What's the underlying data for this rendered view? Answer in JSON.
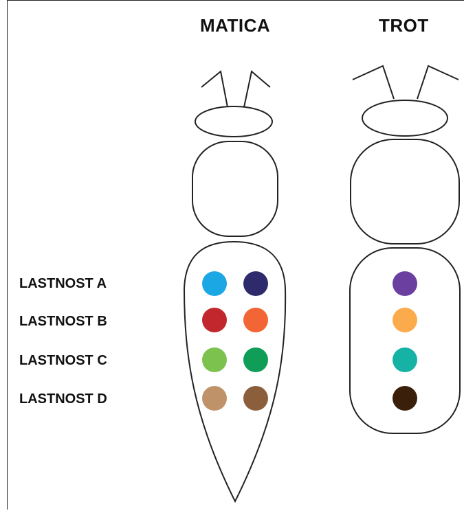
{
  "columns": {
    "queen": {
      "title": "MATICA"
    },
    "drone": {
      "title": "TROT"
    }
  },
  "traits": [
    {
      "label": "LASTNOST A",
      "queen_colors": [
        "#1aa7e4",
        "#2e2a6b"
      ],
      "drone_color": "#6b3fa0"
    },
    {
      "label": "LASTNOST B",
      "queen_colors": [
        "#c1272d",
        "#f26535"
      ],
      "drone_color": "#fbab4c"
    },
    {
      "label": "LASTNOST C",
      "queen_colors": [
        "#7cc24e",
        "#0f9d58"
      ],
      "drone_color": "#16b2a6"
    },
    {
      "label": "LASTNOST D",
      "queen_colors": [
        "#bf926a",
        "#8b5e3c"
      ],
      "drone_color": "#3a1f0a"
    }
  ]
}
